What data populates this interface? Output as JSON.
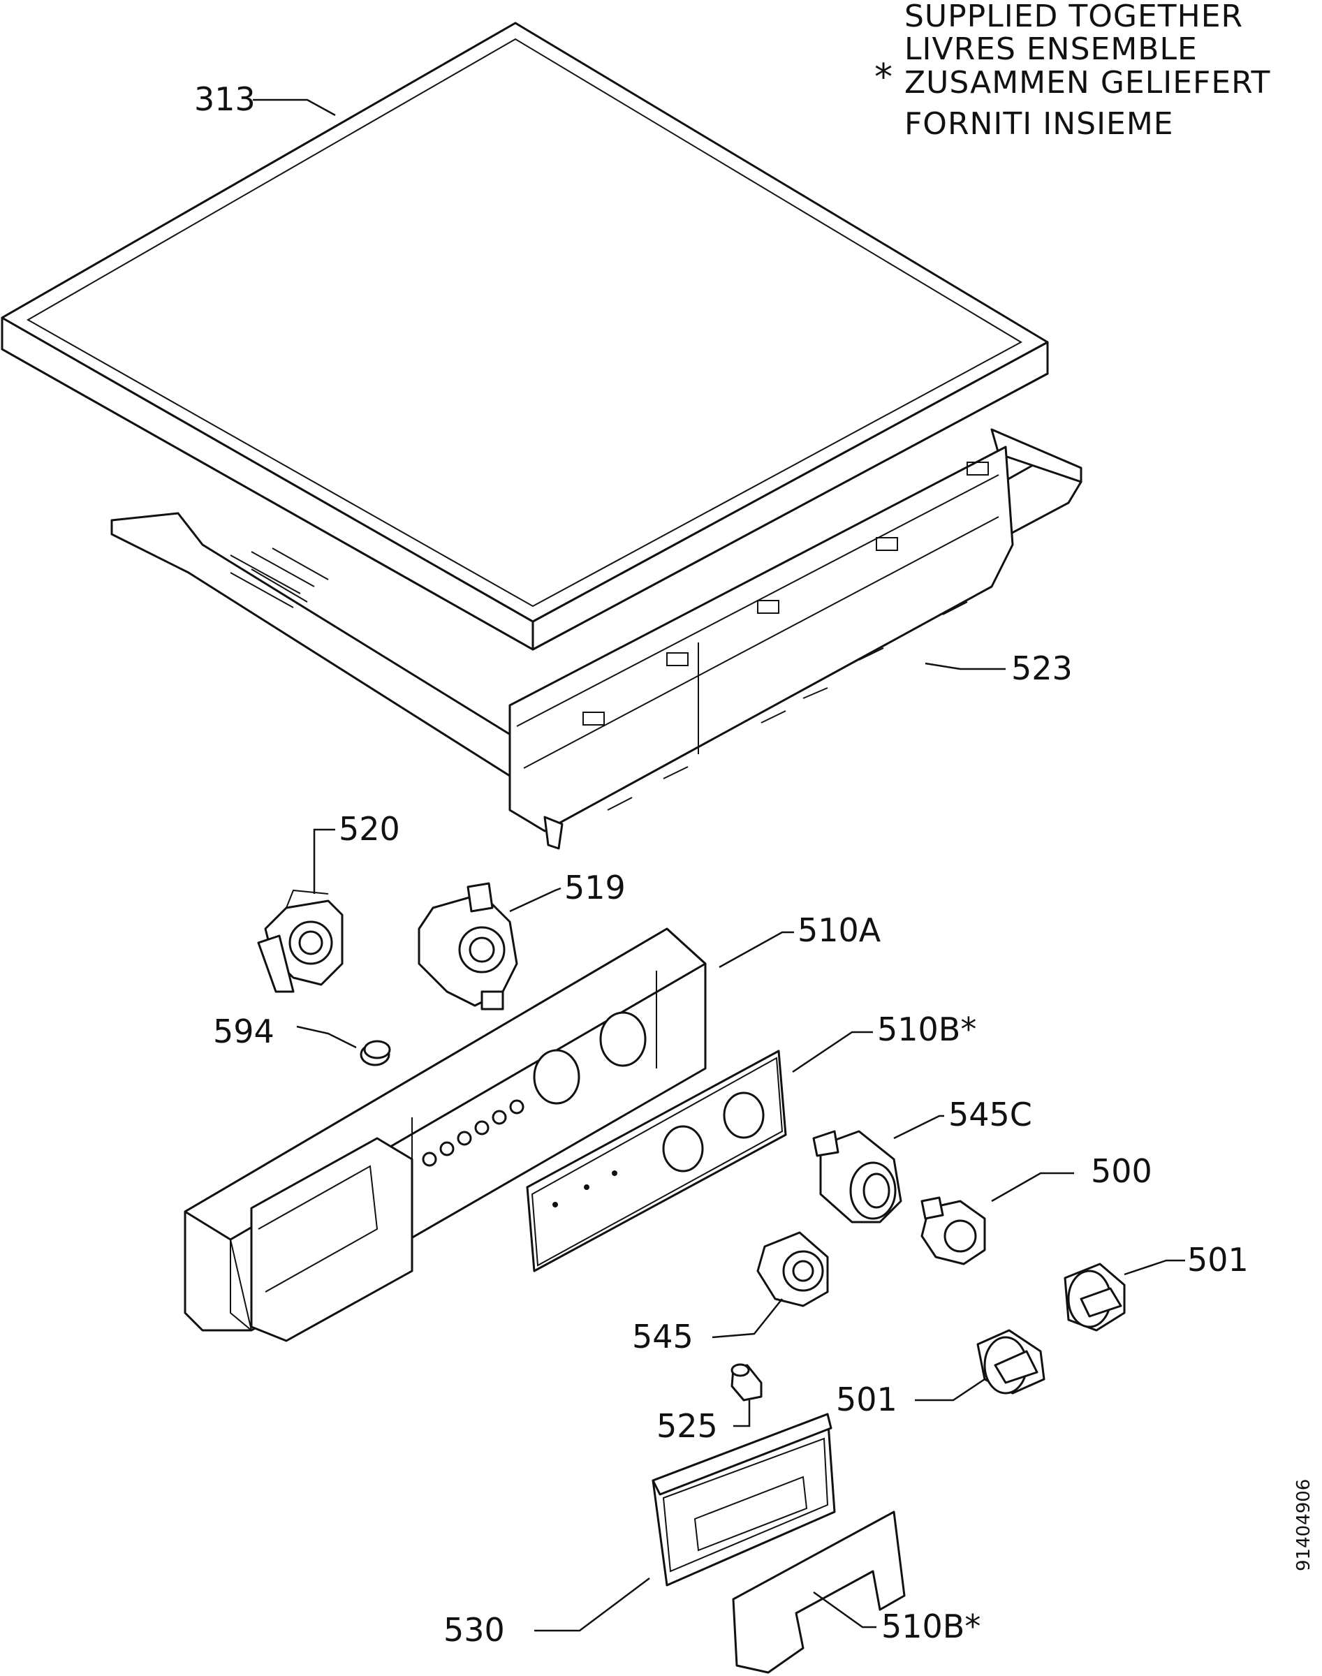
{
  "legend": {
    "marker": "*",
    "lines": [
      "SUPPLIED TOGETHER",
      "LIVRES ENSEMBLE",
      "ZUSAMMEN GELIEFERT",
      "FORNITI INSIEME"
    ]
  },
  "document_number": "91404906",
  "parts": {
    "p313": "313",
    "p523": "523",
    "p520": "520",
    "p519": "519",
    "p510a": "510A",
    "p594": "594",
    "p510b_panel": "510B*",
    "p545c": "545C",
    "p500": "500",
    "p501_right": "501",
    "p545": "545",
    "p525": "525",
    "p501_left": "501",
    "p530": "530",
    "p510b_drawer": "510B*"
  }
}
